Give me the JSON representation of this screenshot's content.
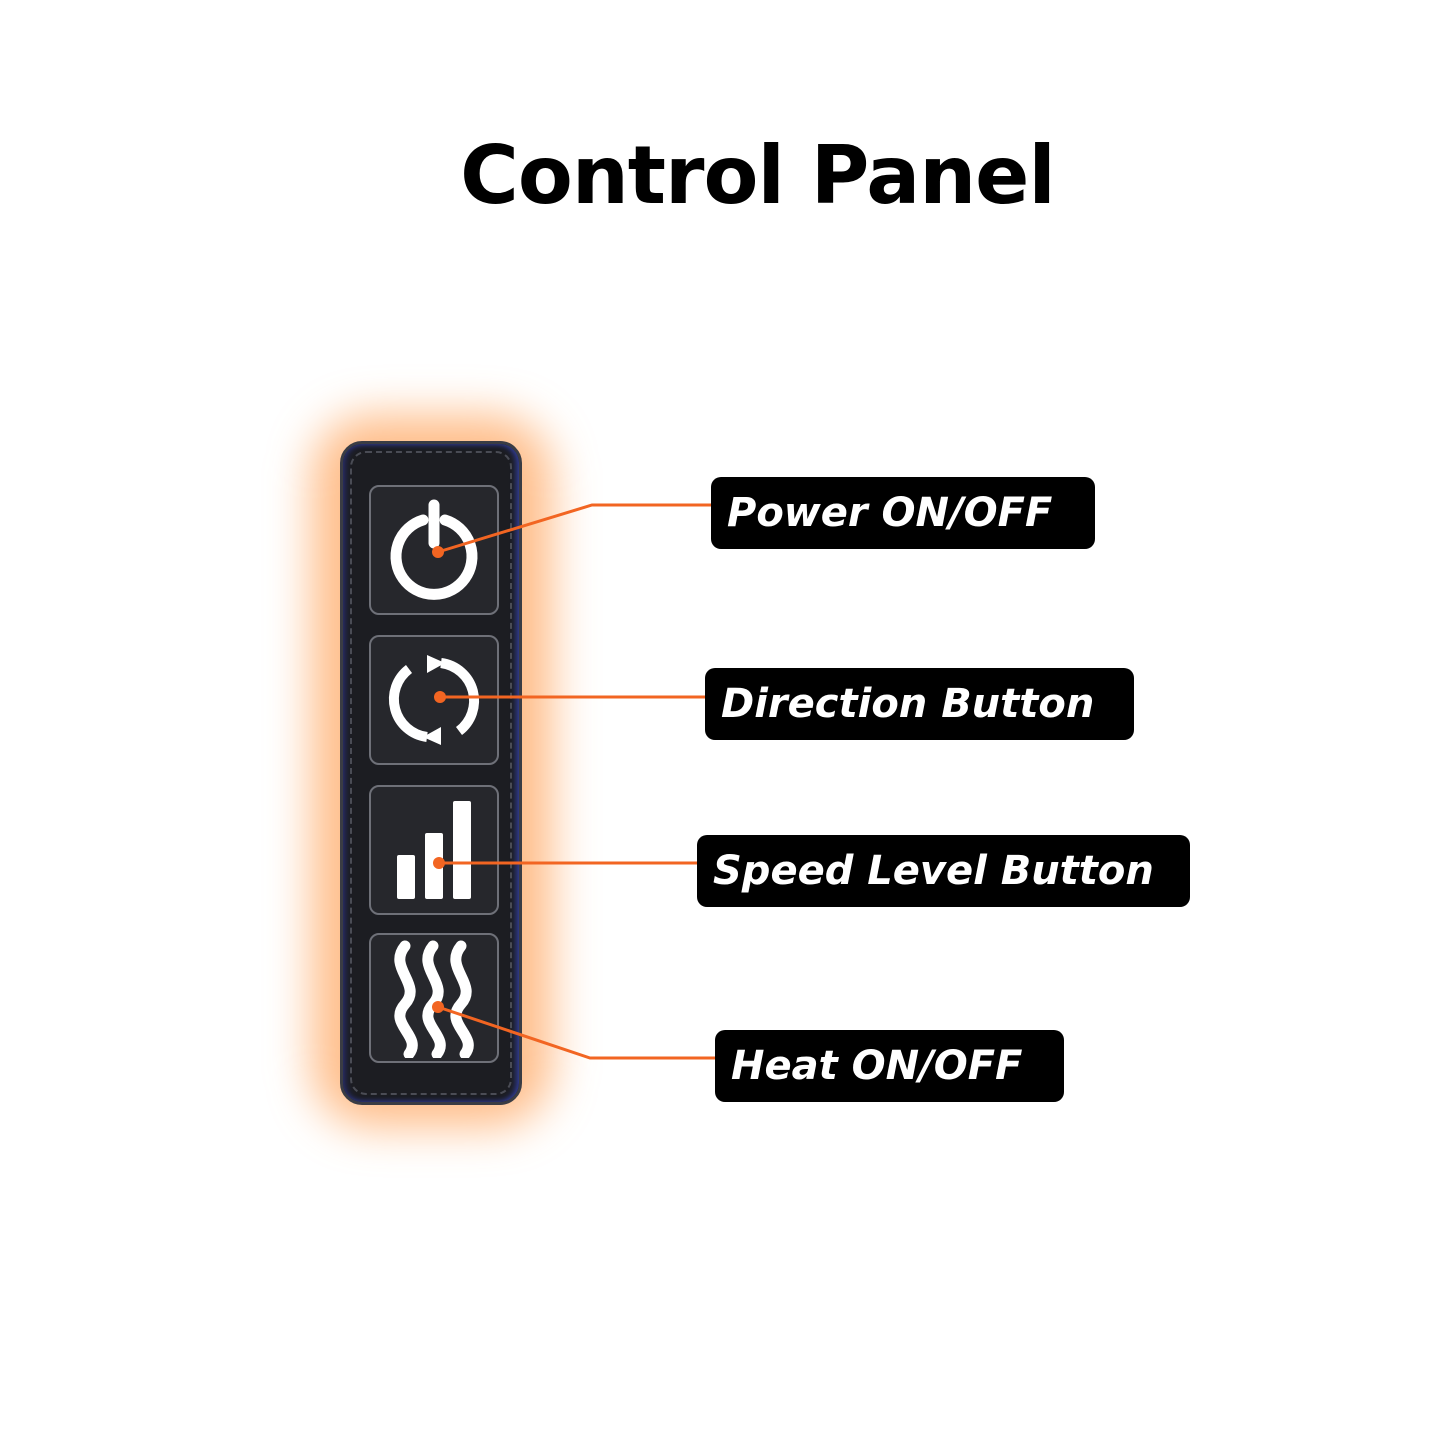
{
  "title": "Control Panel",
  "accent_color": "#f26522",
  "glow_color": "#ff8a2a",
  "panel_color": "#1c1d22",
  "callouts": [
    {
      "label": "Power ON/OFF",
      "icon": "power-icon"
    },
    {
      "label": "Direction Button",
      "icon": "direction-icon"
    },
    {
      "label": "Speed Level Button",
      "icon": "speed-bars-icon"
    },
    {
      "label": "Heat ON/OFF",
      "icon": "heat-waves-icon"
    }
  ]
}
